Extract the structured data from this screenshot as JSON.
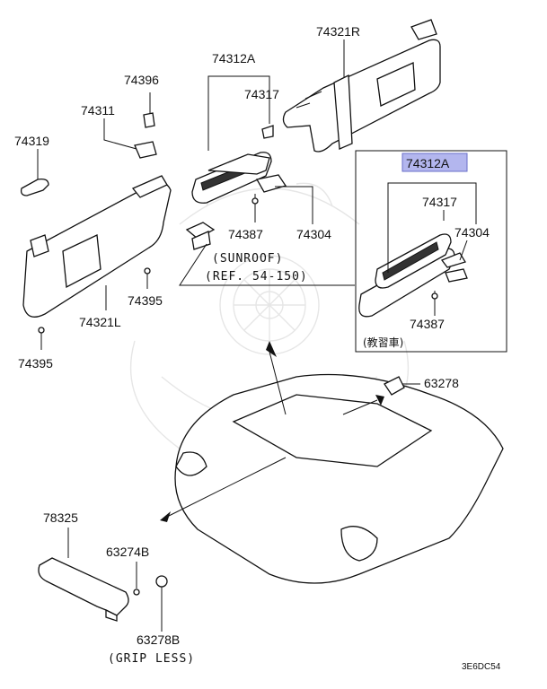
{
  "colors": {
    "highlight_fill": "#b3b6ee",
    "ink": "#111111",
    "watermark": "#e6e6e6"
  },
  "labels": {
    "p74321R": "74321R",
    "p74312A_top": "74312A",
    "p74396": "74396",
    "p74317_top": "74317",
    "p74311": "74311",
    "p74319": "74319",
    "p74387_top": "74387",
    "p74304_top": "74304",
    "p74395_a": "74395",
    "p74321L": "74321L",
    "p74395_b": "74395",
    "p74312A_box": "74312A",
    "p74317_box": "74317",
    "p74304_box": "74304",
    "p74387_box": "74387",
    "p63278": "63278",
    "p78325": "78325",
    "p63274B": "63274B",
    "p63278B": "63278B"
  },
  "notes": {
    "sunroof": "(SUNROOF)",
    "ref": "(REF. 54-150)",
    "grip_less": "(GRIP LESS)",
    "jp_box": "(教習車)",
    "diagram_code": "3E6DC54"
  },
  "icons": [
    "watermark-emblem-icon"
  ]
}
